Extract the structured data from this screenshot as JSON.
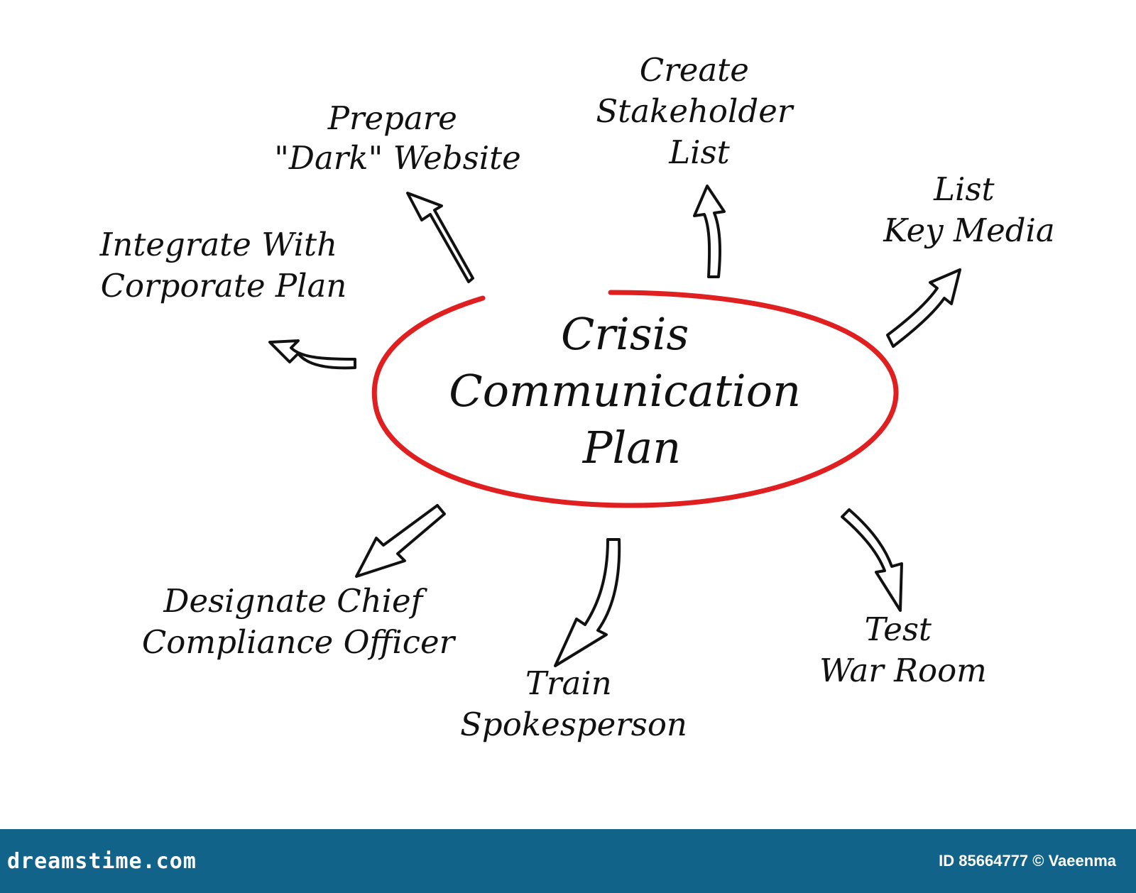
{
  "center": {
    "lines": [
      "Crisis",
      "Communication",
      "Plan"
    ],
    "ring_color": "#e02020"
  },
  "nodes": [
    {
      "id": "integrate",
      "lines": [
        "Integrate With",
        "Corporate Plan"
      ]
    },
    {
      "id": "dark-website",
      "lines": [
        "Prepare",
        "\"Dark\" Website"
      ]
    },
    {
      "id": "stakeholder",
      "lines": [
        "Create",
        "Stakeholder",
        "List"
      ]
    },
    {
      "id": "key-media",
      "lines": [
        "List",
        "Key Media"
      ]
    },
    {
      "id": "compliance",
      "lines": [
        "Designate Chief",
        "Compliance Officer"
      ]
    },
    {
      "id": "spokesperson",
      "lines": [
        "Train",
        "Spokesperson"
      ]
    },
    {
      "id": "war-room",
      "lines": [
        "Test",
        "War Room"
      ]
    }
  ],
  "footer": {
    "brand": "dreamstime.com",
    "credit": "ID 85664777 © Vaeenma",
    "background": "#11638a"
  }
}
